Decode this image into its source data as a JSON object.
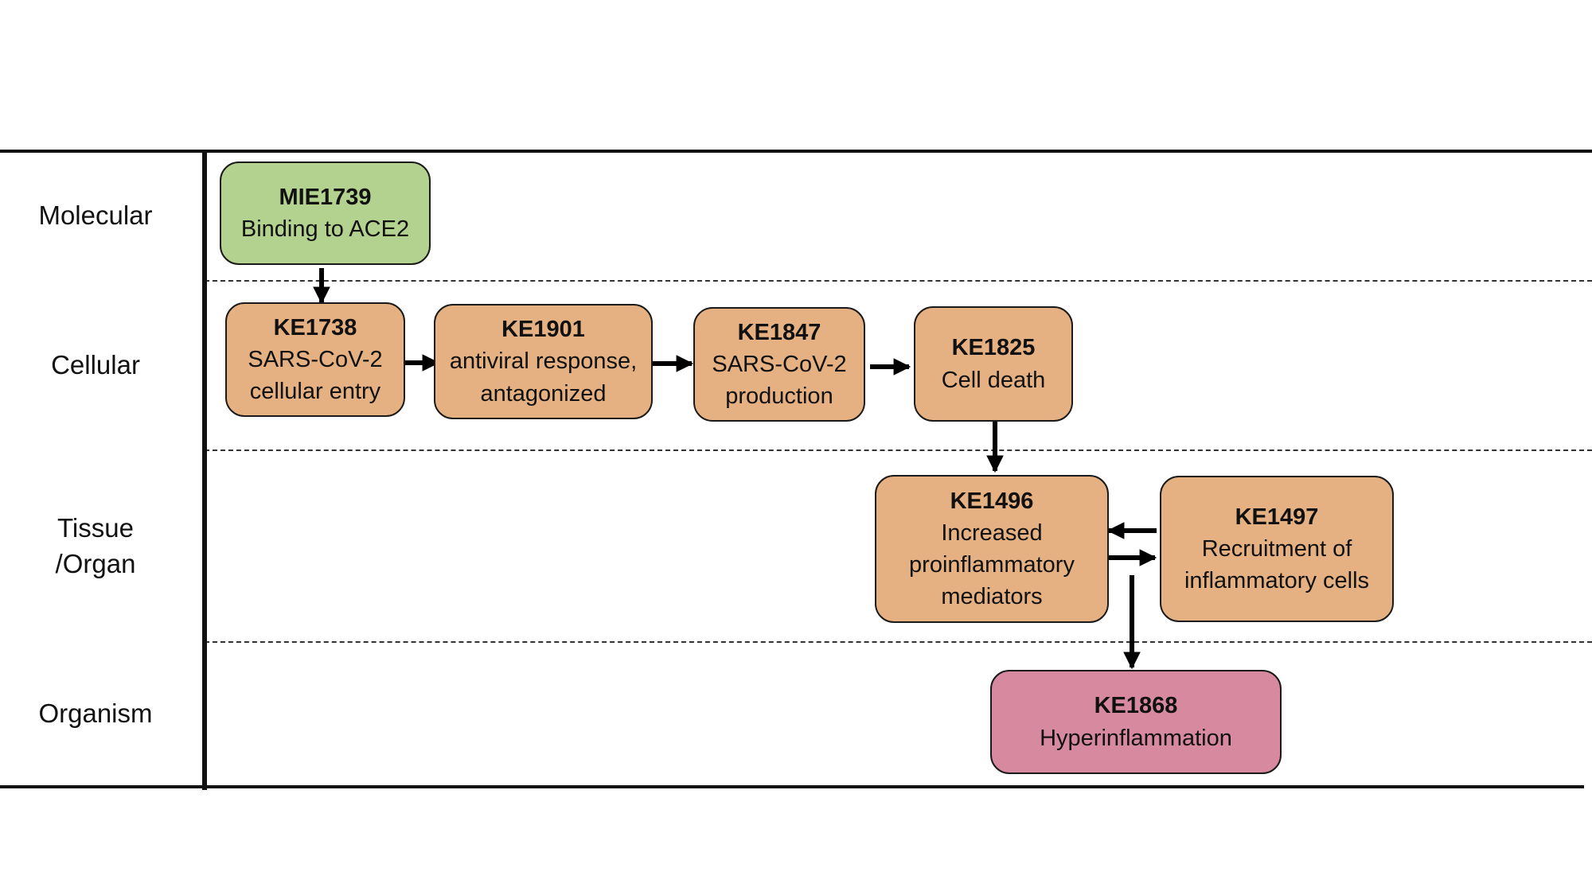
{
  "levels": {
    "molecular": "Molecular",
    "cellular": "Cellular",
    "tissue": "Tissue\n/Organ",
    "organism": "Organism"
  },
  "nodes": {
    "mie1739": {
      "id": "MIE1739",
      "label": "Binding to ACE2",
      "color": "#b3d18f"
    },
    "ke1738": {
      "id": "KE1738",
      "label": "SARS-CoV-2\ncellular entry",
      "color": "#e5b183"
    },
    "ke1901": {
      "id": "KE1901",
      "label": "antiviral response,\nantagonized",
      "color": "#e5b183"
    },
    "ke1847": {
      "id": "KE1847",
      "label": "SARS-CoV-2\nproduction",
      "color": "#e5b183"
    },
    "ke1825": {
      "id": "KE1825",
      "label": "Cell death",
      "color": "#e5b183"
    },
    "ke1496": {
      "id": "KE1496",
      "label": "Increased\nproinflammatory\nmediators",
      "color": "#e5b183"
    },
    "ke1497": {
      "id": "KE1497",
      "label": "Recruitment of\ninflammatory cells",
      "color": "#e5b183"
    },
    "ke1868": {
      "id": "KE1868",
      "label": "Hyperinflammation",
      "color": "#d6899f"
    }
  },
  "edges": [
    {
      "from": "MIE1739",
      "to": "KE1738"
    },
    {
      "from": "KE1738",
      "to": "KE1901"
    },
    {
      "from": "KE1901",
      "to": "KE1847"
    },
    {
      "from": "KE1847",
      "to": "KE1825"
    },
    {
      "from": "KE1825",
      "to": "KE1496"
    },
    {
      "from": "KE1497",
      "to": "KE1496"
    },
    {
      "from": "KE1496",
      "to": "KE1497"
    },
    {
      "from": "KE1496",
      "to": "KE1868"
    }
  ]
}
